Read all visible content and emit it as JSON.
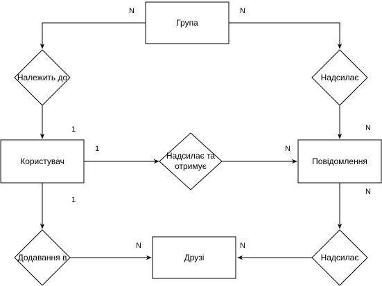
{
  "diagram": {
    "entities": {
      "group": "Група",
      "user": "Користувач",
      "message": "Повідомлення",
      "friends": "Друзі"
    },
    "relationships": {
      "belongs_to": "Належить до",
      "sends_group": "Надсилає",
      "sends_receives_line1": "Надсилає та",
      "sends_receives_line2": "отримує",
      "add_to": "Додавання в",
      "sends_friends": "Надсилає"
    },
    "cardinalities": {
      "group_left": "N",
      "group_right": "N",
      "user_top": "1",
      "user_right": "1",
      "user_bottom": "1",
      "message_left": "N",
      "message_top": "N",
      "message_bottom": "N",
      "friends_left": "N",
      "friends_right": "N"
    }
  }
}
